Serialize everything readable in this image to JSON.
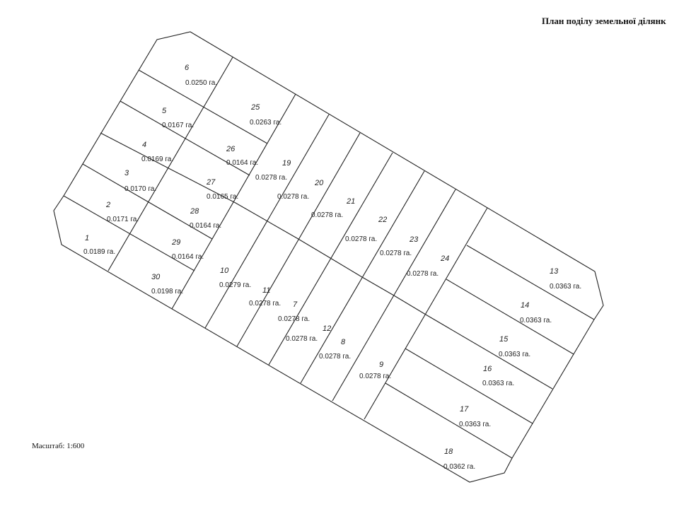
{
  "title": "План поділу земельної ділянк",
  "scale_label": "Масштаб: 1:600",
  "lots": [
    {
      "num": "6",
      "area": "0.0250 га."
    },
    {
      "num": "25",
      "area": "0.0263 га."
    },
    {
      "num": "5",
      "area": "0.0167 га."
    },
    {
      "num": "26",
      "area": "0.0164 га."
    },
    {
      "num": "4",
      "area": "0.0169 га."
    },
    {
      "num": "19",
      "area": "0.0278 га."
    },
    {
      "num": "3",
      "area": "0.0170 га."
    },
    {
      "num": "27",
      "area": "0.0165 га."
    },
    {
      "num": "20",
      "area": "0.0278 га."
    },
    {
      "num": "2",
      "area": "0.0171 га."
    },
    {
      "num": "28",
      "area": "0.0164 га."
    },
    {
      "num": "21",
      "area": "0.0278 га."
    },
    {
      "num": "22",
      "area": "0.0278 га."
    },
    {
      "num": "1",
      "area": "0.0189 га."
    },
    {
      "num": "29",
      "area": "0.0164 га."
    },
    {
      "num": "23",
      "area": "0.0278 га."
    },
    {
      "num": "24",
      "area": "0.0278 га."
    },
    {
      "num": "13",
      "area": "0.0363 га."
    },
    {
      "num": "10",
      "area": "0.0279 га."
    },
    {
      "num": "30",
      "area": "0.0198 га."
    },
    {
      "num": "11",
      "area": "0.0278 га."
    },
    {
      "num": "7",
      "area": "0.0278 га."
    },
    {
      "num": "14",
      "area": "0.0363 га."
    },
    {
      "num": "12",
      "area": "0.0278 га."
    },
    {
      "num": "15",
      "area": "0.0363 га."
    },
    {
      "num": "8",
      "area": "0.0278 га."
    },
    {
      "num": "16",
      "area": "0.0363 га."
    },
    {
      "num": "9",
      "area": "0.0278 га."
    },
    {
      "num": "17",
      "area": "0.0363 га."
    },
    {
      "num": "18",
      "area": "0.0362 га."
    }
  ]
}
